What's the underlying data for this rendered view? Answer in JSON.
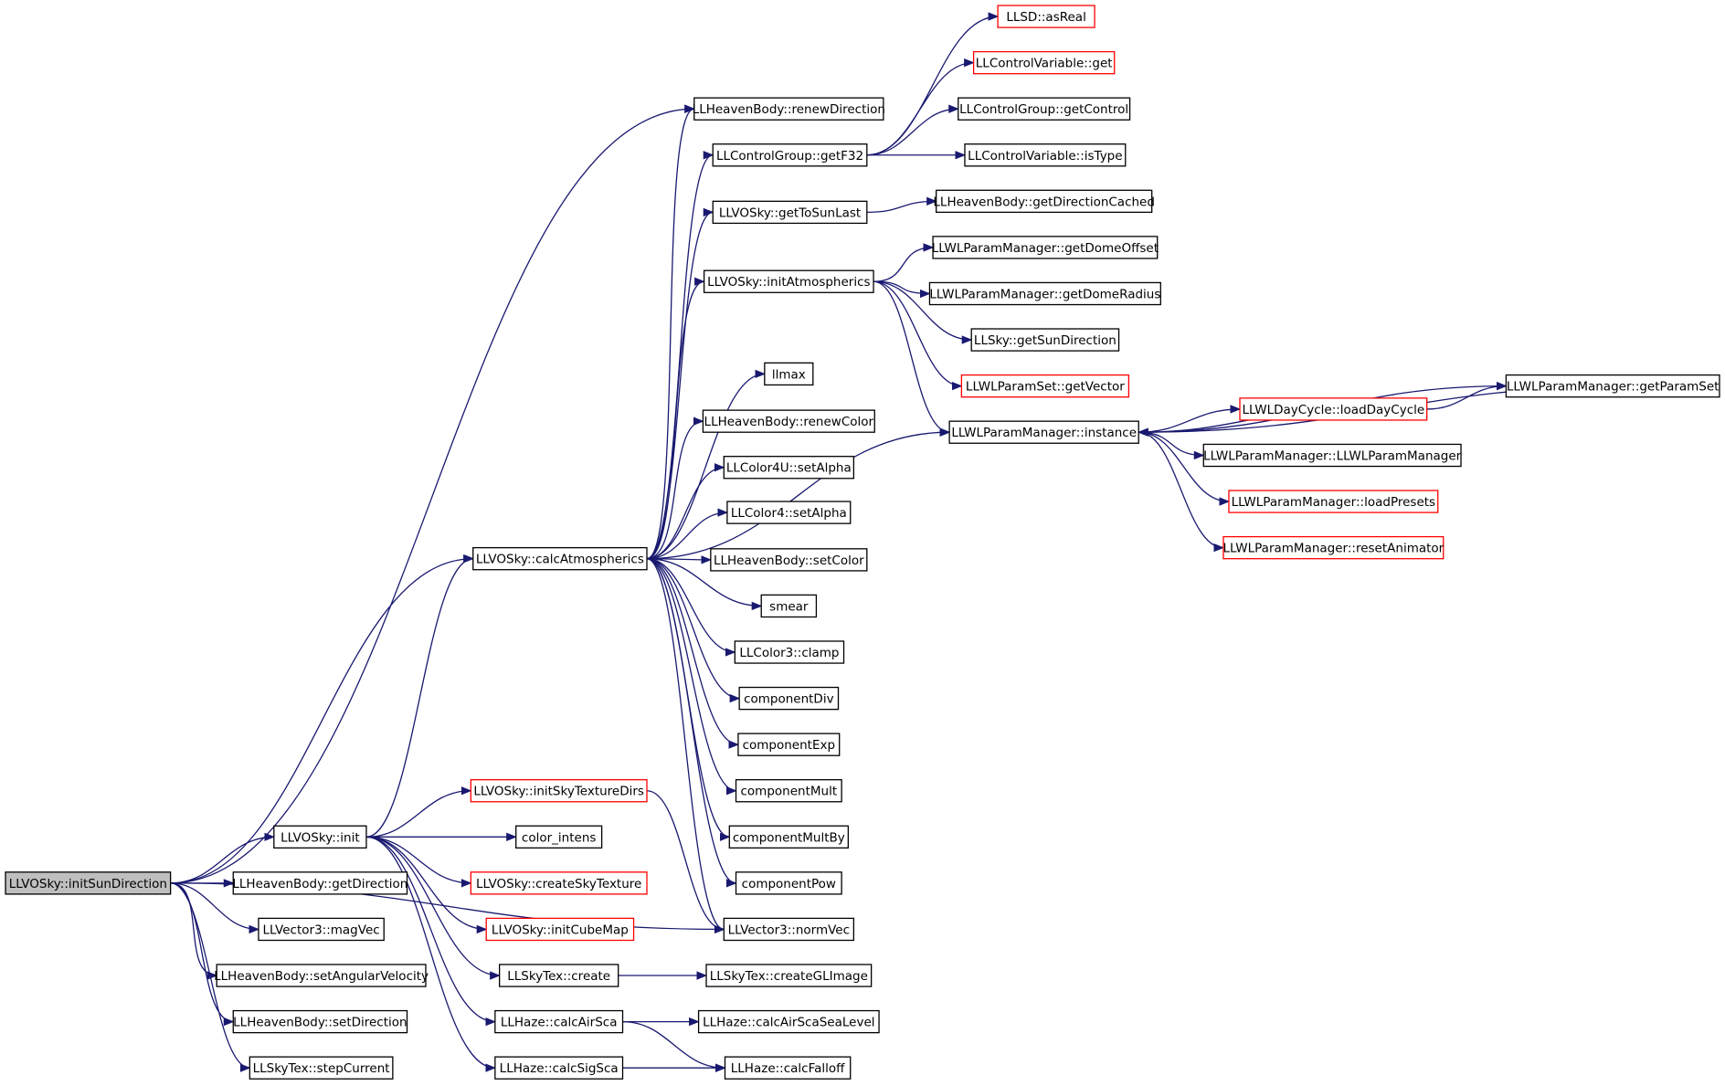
{
  "diagram": {
    "edge_color": "#191970",
    "external_border_color": "#ff0000",
    "root_fill_color": "#bfbfbf",
    "nodes": [
      {
        "id": "initSunDirection",
        "label": "LLVOSky::initSunDirection",
        "root": true
      },
      {
        "id": "renewDirection",
        "label": "LLHeavenBody::renewDirection"
      },
      {
        "id": "calcAtmospherics",
        "label": "LLVOSky::calcAtmospherics"
      },
      {
        "id": "init",
        "label": "LLVOSky::init"
      },
      {
        "id": "getDirection",
        "label": "LLHeavenBody::getDirection"
      },
      {
        "id": "magVec",
        "label": "LLVector3::magVec"
      },
      {
        "id": "setAngularVelocity",
        "label": "LLHeavenBody::setAngularVelocity"
      },
      {
        "id": "setDirection",
        "label": "LLHeavenBody::setDirection"
      },
      {
        "id": "stepCurrent",
        "label": "LLSkyTex::stepCurrent"
      },
      {
        "id": "normVec",
        "label": "LLVector3::normVec"
      },
      {
        "id": "getF32",
        "label": "LLControlGroup::getF32"
      },
      {
        "id": "getToSunLast",
        "label": "LLVOSky::getToSunLast"
      },
      {
        "id": "initAtmospherics",
        "label": "LLVOSky::initAtmospherics"
      },
      {
        "id": "llmax",
        "label": "llmax"
      },
      {
        "id": "renewColor",
        "label": "LLHeavenBody::renewColor"
      },
      {
        "id": "setAlpha4U",
        "label": "LLColor4U::setAlpha"
      },
      {
        "id": "setAlpha4",
        "label": "LLColor4::setAlpha"
      },
      {
        "id": "setColor",
        "label": "LLHeavenBody::setColor"
      },
      {
        "id": "smear",
        "label": "smear"
      },
      {
        "id": "clamp",
        "label": "LLColor3::clamp"
      },
      {
        "id": "componentDiv",
        "label": "componentDiv"
      },
      {
        "id": "componentExp",
        "label": "componentExp"
      },
      {
        "id": "componentMult",
        "label": "componentMult"
      },
      {
        "id": "componentMultBy",
        "label": "componentMultBy"
      },
      {
        "id": "componentPow",
        "label": "componentPow"
      },
      {
        "id": "instance",
        "label": "LLWLParamManager::instance"
      },
      {
        "id": "asReal",
        "label": "LLSD::asReal",
        "external": true
      },
      {
        "id": "cvGet",
        "label": "LLControlVariable::get",
        "external": true
      },
      {
        "id": "getControl",
        "label": "LLControlGroup::getControl"
      },
      {
        "id": "isType",
        "label": "LLControlVariable::isType"
      },
      {
        "id": "getDirectionCached",
        "label": "LLHeavenBody::getDirectionCached"
      },
      {
        "id": "getDomeOffset",
        "label": "LLWLParamManager::getDomeOffset"
      },
      {
        "id": "getDomeRadius",
        "label": "LLWLParamManager::getDomeRadius"
      },
      {
        "id": "getSunDirection",
        "label": "LLSky::getSunDirection"
      },
      {
        "id": "getVector",
        "label": "LLWLParamSet::getVector",
        "external": true
      },
      {
        "id": "loadDayCycle",
        "label": "LLWLDayCycle::loadDayCycle",
        "external": true
      },
      {
        "id": "getParamSet",
        "label": "LLWLParamManager::getParamSet"
      },
      {
        "id": "ctor",
        "label": "LLWLParamManager::LLWLParamManager"
      },
      {
        "id": "loadPresets",
        "label": "LLWLParamManager::loadPresets",
        "external": true
      },
      {
        "id": "resetAnimator",
        "label": "LLWLParamManager::resetAnimator",
        "external": true
      },
      {
        "id": "initSkyTextureDirs",
        "label": "LLVOSky::initSkyTextureDirs",
        "external": true
      },
      {
        "id": "colorIntens",
        "label": "color_intens"
      },
      {
        "id": "createSkyTexture",
        "label": "LLVOSky::createSkyTexture",
        "external": true
      },
      {
        "id": "initCubeMap",
        "label": "LLVOSky::initCubeMap",
        "external": true
      },
      {
        "id": "skyTexCreate",
        "label": "LLSkyTex::create"
      },
      {
        "id": "createGLImage",
        "label": "LLSkyTex::createGLImage"
      },
      {
        "id": "calcAirSca",
        "label": "LLHaze::calcAirSca"
      },
      {
        "id": "calcAirScaSeaLevel",
        "label": "LLHaze::calcAirScaSeaLevel"
      },
      {
        "id": "calcSigSca",
        "label": "LLHaze::calcSigSca"
      },
      {
        "id": "calcFalloff",
        "label": "LLHaze::calcFalloff"
      }
    ],
    "edges": [
      [
        "initSunDirection",
        "renewDirection"
      ],
      [
        "initSunDirection",
        "calcAtmospherics"
      ],
      [
        "initSunDirection",
        "normVec"
      ],
      [
        "initSunDirection",
        "init"
      ],
      [
        "initSunDirection",
        "getDirection"
      ],
      [
        "initSunDirection",
        "magVec"
      ],
      [
        "initSunDirection",
        "setAngularVelocity"
      ],
      [
        "initSunDirection",
        "setDirection"
      ],
      [
        "initSunDirection",
        "stepCurrent"
      ],
      [
        "init",
        "calcAtmospherics"
      ],
      [
        "init",
        "initSkyTextureDirs"
      ],
      [
        "init",
        "colorIntens"
      ],
      [
        "init",
        "createSkyTexture"
      ],
      [
        "init",
        "initCubeMap"
      ],
      [
        "init",
        "skyTexCreate"
      ],
      [
        "init",
        "calcAirSca"
      ],
      [
        "init",
        "calcSigSca"
      ],
      [
        "calcAtmospherics",
        "renewDirection"
      ],
      [
        "calcAtmospherics",
        "getF32"
      ],
      [
        "calcAtmospherics",
        "getToSunLast"
      ],
      [
        "calcAtmospherics",
        "initAtmospherics"
      ],
      [
        "calcAtmospherics",
        "instance"
      ],
      [
        "calcAtmospherics",
        "llmax"
      ],
      [
        "calcAtmospherics",
        "renewColor"
      ],
      [
        "calcAtmospherics",
        "setAlpha4U"
      ],
      [
        "calcAtmospherics",
        "setAlpha4"
      ],
      [
        "calcAtmospherics",
        "setColor"
      ],
      [
        "calcAtmospherics",
        "smear"
      ],
      [
        "calcAtmospherics",
        "clamp"
      ],
      [
        "calcAtmospherics",
        "componentDiv"
      ],
      [
        "calcAtmospherics",
        "componentExp"
      ],
      [
        "calcAtmospherics",
        "componentMult"
      ],
      [
        "calcAtmospherics",
        "componentMultBy"
      ],
      [
        "calcAtmospherics",
        "componentPow"
      ],
      [
        "calcAtmospherics",
        "normVec"
      ],
      [
        "initSkyTextureDirs",
        "normVec"
      ],
      [
        "getF32",
        "asReal"
      ],
      [
        "getF32",
        "cvGet"
      ],
      [
        "getF32",
        "getControl"
      ],
      [
        "getF32",
        "isType"
      ],
      [
        "getToSunLast",
        "getDirectionCached"
      ],
      [
        "initAtmospherics",
        "getDomeOffset"
      ],
      [
        "initAtmospherics",
        "getDomeRadius"
      ],
      [
        "initAtmospherics",
        "getSunDirection"
      ],
      [
        "initAtmospherics",
        "getVector"
      ],
      [
        "initAtmospherics",
        "instance"
      ],
      [
        "instance",
        "loadDayCycle"
      ],
      [
        "instance",
        "getParamSet"
      ],
      [
        "instance",
        "ctor"
      ],
      [
        "instance",
        "loadPresets"
      ],
      [
        "instance",
        "resetAnimator"
      ],
      [
        "loadDayCycle",
        "getParamSet"
      ],
      [
        "loadDayCycle",
        "instance"
      ],
      [
        "getParamSet",
        "instance"
      ],
      [
        "skyTexCreate",
        "createGLImage"
      ],
      [
        "calcAirSca",
        "calcAirScaSeaLevel"
      ],
      [
        "calcAirSca",
        "calcFalloff"
      ],
      [
        "calcSigSca",
        "calcFalloff"
      ]
    ]
  }
}
